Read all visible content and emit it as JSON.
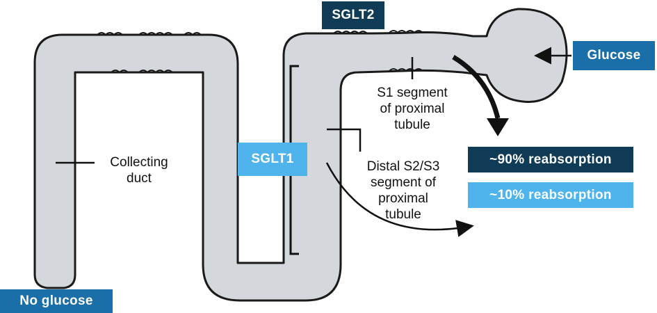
{
  "colors": {
    "tubule_fill": "#d4d7db",
    "tubule_outline": "#1a1a1a",
    "dark_blue": "#0f3b57",
    "mid_blue": "#1b6fa8",
    "light_blue": "#4fb3ec"
  },
  "labels": {
    "sglt2": "SGLT2",
    "sglt1": "SGLT1",
    "glucose": "Glucose",
    "no_glucose": "No glucose",
    "collecting_duct_1": "Collecting",
    "collecting_duct_2": "duct",
    "s1_line1": "S1 segment",
    "s1_line2": "of proximal",
    "s1_line3": "tubule",
    "distal_line1": "Distal S2/S3",
    "distal_line2": "segment of",
    "distal_line3": "proximal",
    "distal_line4": "tubule",
    "reabs_90": "~90% reabsorption",
    "reabs_10": "~10% reabsorption"
  }
}
